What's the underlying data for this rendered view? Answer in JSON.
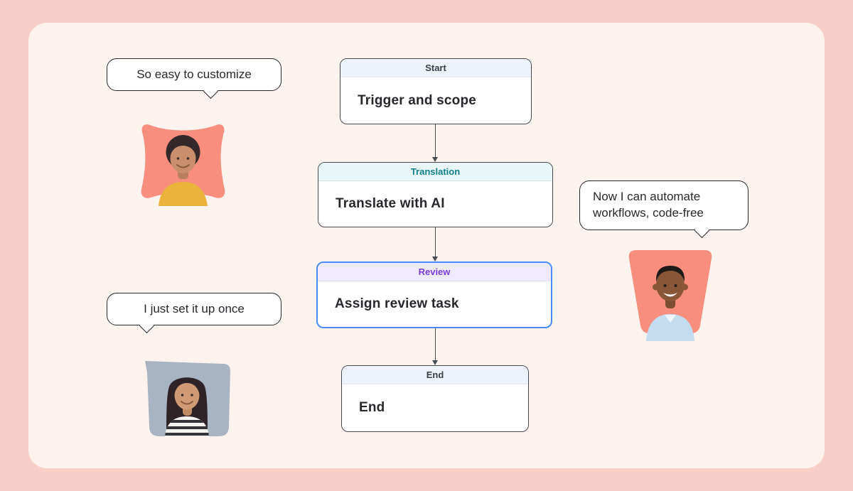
{
  "colors": {
    "page-bg": "#f8cfc7",
    "card-bg": "#fdf3ee",
    "node-border": "#46484d",
    "selected-border": "#4a8cf7",
    "start-header-bg": "#edf2fb",
    "translation-header-bg": "#e8f6f7",
    "translation-header-text": "#0f7f8b",
    "review-header-bg": "#efeafc",
    "review-header-text": "#7a3bdb",
    "end-header-bg": "#edf2fb",
    "header-text": "#3a3f47",
    "body-text": "#26282b",
    "bubble-border": "#26282b",
    "salmon-blob": "#f88e7e",
    "gray-blob": "#a9b4c3",
    "arrow-color": "#4a4d52"
  },
  "flow": {
    "nodes": [
      {
        "id": "start",
        "header": "Start",
        "label": "Trigger and scope",
        "selected": false
      },
      {
        "id": "translation",
        "header": "Translation",
        "label": "Translate with AI",
        "selected": false
      },
      {
        "id": "review",
        "header": "Review",
        "label": "Assign review task",
        "selected": true
      },
      {
        "id": "end",
        "header": "End",
        "label": "End",
        "selected": false
      }
    ]
  },
  "testimonials": [
    {
      "quote": "So easy to customize",
      "person": "woman-yellow-top",
      "blob": "salmon"
    },
    {
      "quote": "I just set it up once",
      "person": "woman-striped-shirt",
      "blob": "gray"
    },
    {
      "quote": "Now I can automate workflows, code-free",
      "person": "man-blue-shirt",
      "blob": "salmon"
    }
  ]
}
